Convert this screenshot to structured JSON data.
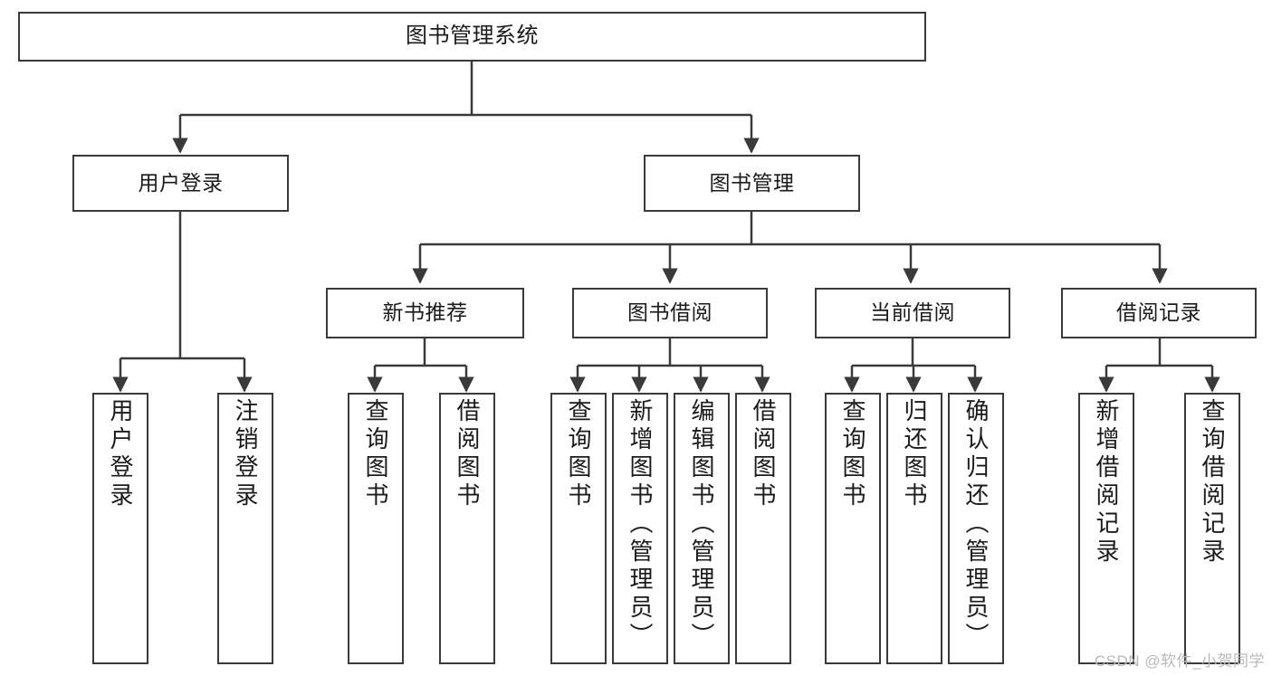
{
  "diagram": {
    "title": "图书管理系统",
    "root": {
      "label": "图书管理系统"
    },
    "level2": [
      {
        "label": "用户登录"
      },
      {
        "label": "图书管理"
      }
    ],
    "level3": [
      {
        "label": "新书推荐"
      },
      {
        "label": "图书借阅"
      },
      {
        "label": "当前借阅"
      },
      {
        "label": "借阅记录"
      }
    ],
    "leaves": {
      "user_login": [
        {
          "label": "用户登录"
        },
        {
          "label": "注销登录"
        }
      ],
      "new_book_recommend": [
        {
          "label": "查询图书"
        },
        {
          "label": "借阅图书"
        }
      ],
      "book_borrow": [
        {
          "label": "查询图书"
        },
        {
          "label": "新增图书（管理员）"
        },
        {
          "label": "编辑图书（管理员）"
        },
        {
          "label": "借阅图书"
        }
      ],
      "current_borrow": [
        {
          "label": "查询图书"
        },
        {
          "label": "归还图书"
        },
        {
          "label": "确认归还（管理员）"
        }
      ],
      "borrow_records": [
        {
          "label": "新增借阅记录"
        },
        {
          "label": "查询借阅记录"
        }
      ]
    }
  },
  "watermark": {
    "text": "CSDN @软件_小贺同学"
  },
  "colors": {
    "stroke": "#3a3a3a",
    "text": "#1b1b1b",
    "background": "#ffffff",
    "watermark": "#b9b9b9"
  }
}
